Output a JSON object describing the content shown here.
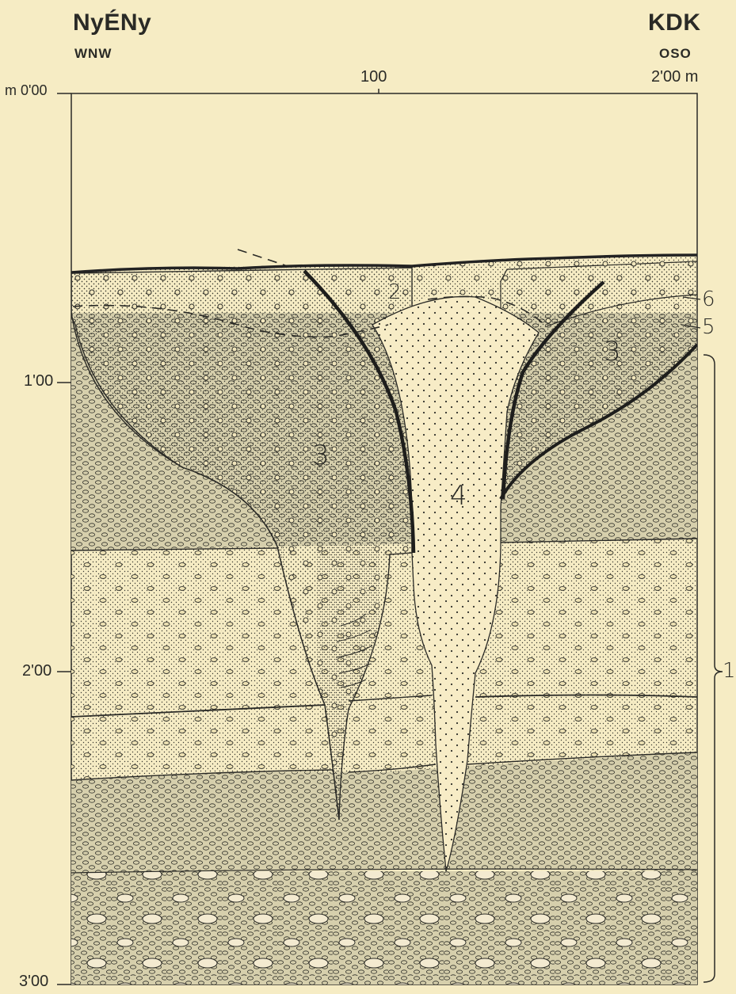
{
  "header": {
    "left_main": "NyÉNy",
    "left_sub": "WNW",
    "right_main": "KDK",
    "right_sub": "OSO"
  },
  "axis": {
    "origin": "m 0'00",
    "top_mid": "100",
    "top_right": "2'00 m",
    "y_100": "1'00",
    "y_200": "2'00",
    "y_300": "3'00"
  },
  "labels": {
    "fill_3_left": "3",
    "fill_3_right": "3",
    "wedge_4": "4",
    "layer_2": "2",
    "layer_6": "6",
    "layer_5": "5",
    "bracket_1": "1"
  },
  "colors": {
    "background": "#f6ecc4",
    "ink": "#2a2a26",
    "pebble_layer": "#cfc8a6",
    "sand_layer": "#eee2b4",
    "fill_layer": "#f1e6bc",
    "wedge": "#f7ecc6"
  }
}
